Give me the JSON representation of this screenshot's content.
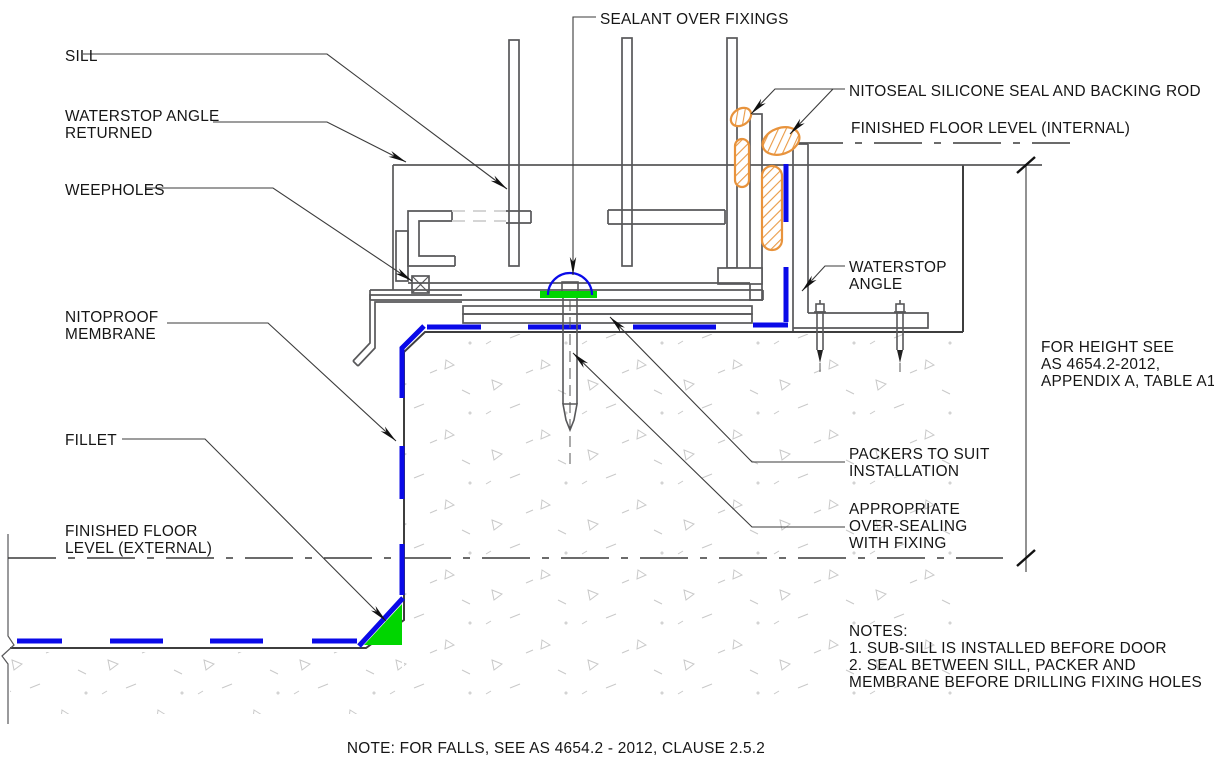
{
  "drawing": {
    "kind": "door sub-sill waterproofing construction detail",
    "labels": {
      "sill": "SILL",
      "waterstop_returned_l1": "WATERSTOP ANGLE",
      "waterstop_returned_l2": "RETURNED",
      "weepholes": "WEEPHOLES",
      "nitoproof_l1": "NITOPROOF",
      "nitoproof_l2": "MEMBRANE",
      "fillet": "FILLET",
      "ffl_external_l1": "FINISHED FLOOR",
      "ffl_external_l2": "LEVEL (EXTERNAL)",
      "sealant_over_fixings": "SEALANT OVER FIXINGS",
      "nitoseal": "NITOSEAL SILICONE SEAL AND BACKING ROD",
      "ffl_internal": "FINISHED FLOOR LEVEL (INTERNAL)",
      "waterstop_angle_l1": "WATERSTOP",
      "waterstop_angle_l2": "ANGLE",
      "height_ref_l1": "FOR HEIGHT SEE",
      "height_ref_l2": "AS 4654.2-2012,",
      "height_ref_l3": "APPENDIX A, TABLE A1",
      "packers_l1": "PACKERS TO SUIT",
      "packers_l2": "INSTALLATION",
      "oversealing_l1": "APPROPRIATE",
      "oversealing_l2": "OVER-SEALING",
      "oversealing_l3": "WITH FIXING"
    },
    "notes": {
      "heading": "NOTES:",
      "line1": "1. SUB-SILL IS INSTALLED BEFORE DOOR",
      "line2": "2. SEAL BETWEEN SILL, PACKER AND",
      "line3": "MEMBRANE BEFORE DRILLING FIXING HOLES"
    },
    "footnote": "NOTE: FOR FALLS, SEE AS 4654.2 - 2012, CLAUSE 2.5.2",
    "colors": {
      "membrane_blue": "#0a0ae8",
      "fillet_green": "#00d600",
      "sealant_orange": "#e8933c",
      "line_gray": "#58585a",
      "text_black": "#161616"
    }
  }
}
